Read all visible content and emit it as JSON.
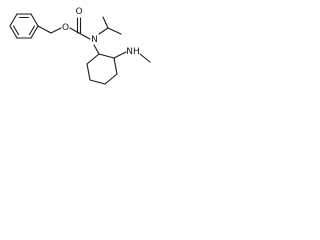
{
  "molecule": {
    "atoms": {
      "ester_oxygen": "O",
      "carbonyl_oxygen": "O",
      "carbamate_nitrogen": "N",
      "amine_nh": "NH"
    }
  }
}
